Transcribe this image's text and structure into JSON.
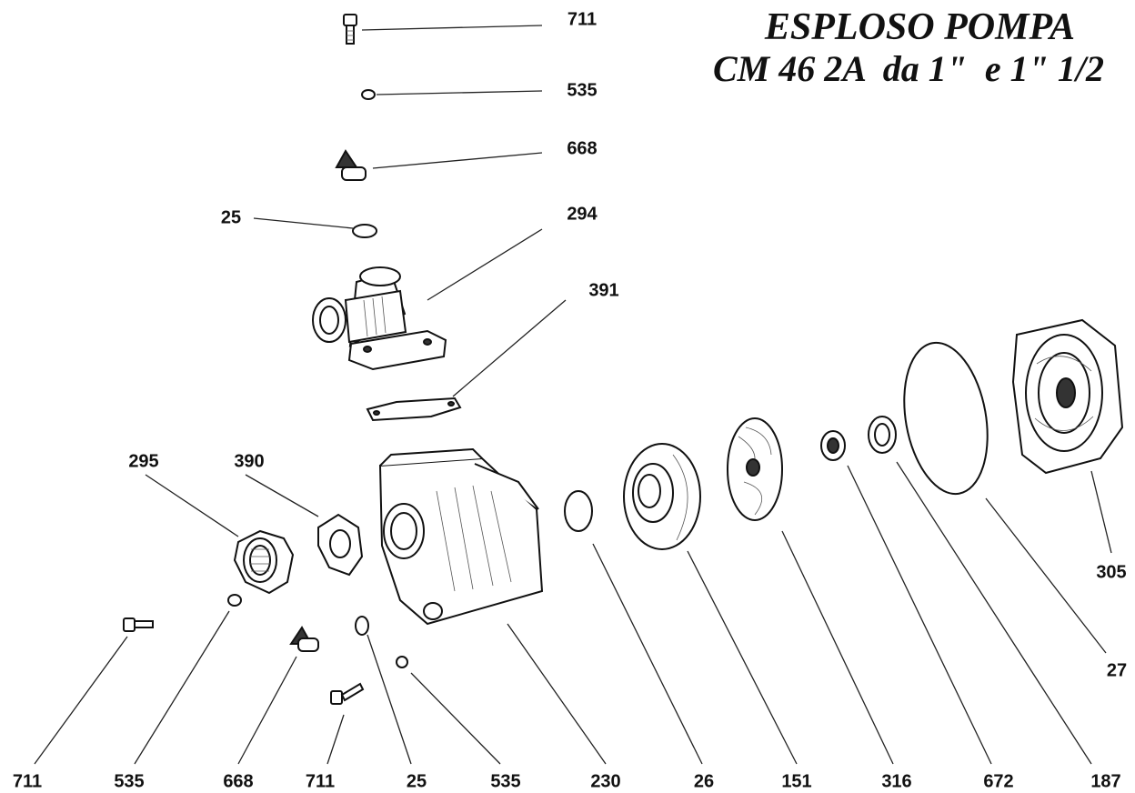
{
  "title": {
    "line1": "ESPLOSO POMPA",
    "line2": "CM 46 2A  da 1\"  e 1\" 1/2"
  },
  "labels": [
    {
      "id": "l711a",
      "text": "711"
    },
    {
      "id": "l535a",
      "text": "535"
    },
    {
      "id": "l668a",
      "text": "668"
    },
    {
      "id": "l25a",
      "text": "25"
    },
    {
      "id": "l294",
      "text": "294"
    },
    {
      "id": "l391",
      "text": "391"
    },
    {
      "id": "l295",
      "text": "295"
    },
    {
      "id": "l390",
      "text": "390"
    },
    {
      "id": "l305",
      "text": "305"
    },
    {
      "id": "l27",
      "text": "27"
    },
    {
      "id": "l711b",
      "text": "711"
    },
    {
      "id": "l535b",
      "text": "535"
    },
    {
      "id": "l668b",
      "text": "668"
    },
    {
      "id": "l711c",
      "text": "711"
    },
    {
      "id": "l25b",
      "text": "25"
    },
    {
      "id": "l535c",
      "text": "535"
    },
    {
      "id": "l230",
      "text": "230"
    },
    {
      "id": "l26",
      "text": "26"
    },
    {
      "id": "l151",
      "text": "151"
    },
    {
      "id": "l316",
      "text": "316"
    },
    {
      "id": "l672",
      "text": "672"
    },
    {
      "id": "l187",
      "text": "187"
    }
  ]
}
